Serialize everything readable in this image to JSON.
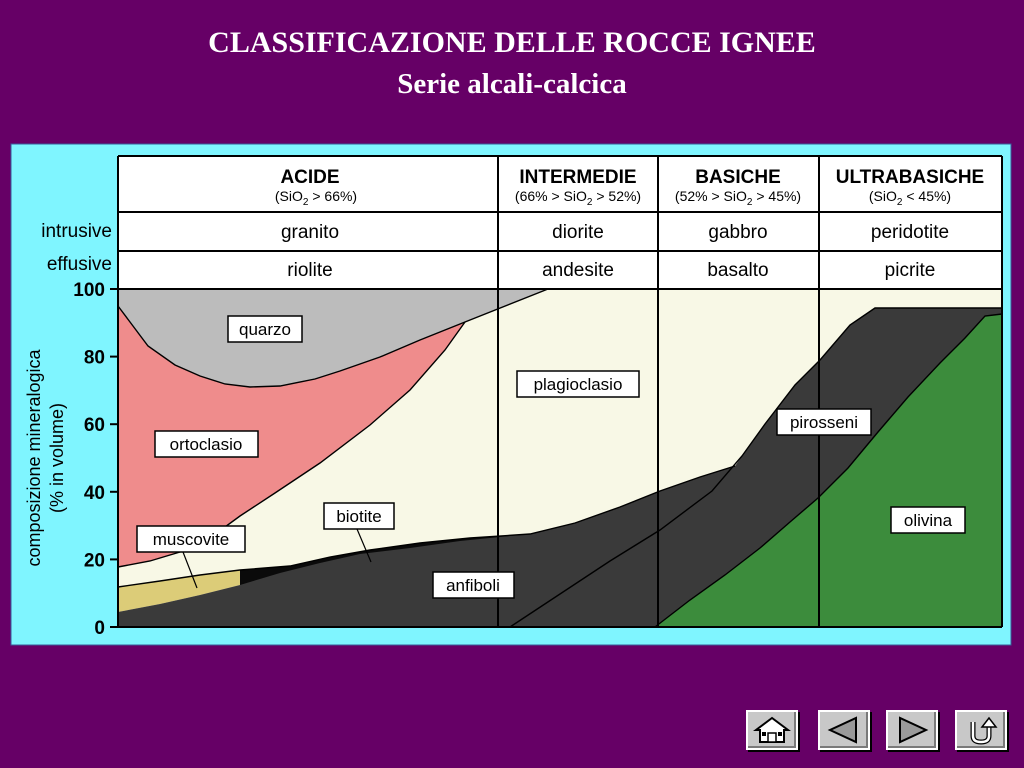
{
  "slide": {
    "title": "CLASSIFICAZIONE DELLE ROCCE IGNEE",
    "subtitle": "Serie alcali-calcica"
  },
  "header": {
    "row_labels": [
      "intrusive",
      "effusive"
    ],
    "columns": [
      {
        "name": "ACIDE",
        "sio2": [
          "(SiO",
          "2",
          " > 66%)"
        ],
        "intrusive": "granito",
        "effusive": "riolite"
      },
      {
        "name": "INTERMEDIE",
        "sio2": [
          "(66% > SiO",
          "2",
          " > 52%)"
        ],
        "intrusive": "diorite",
        "effusive": "andesite"
      },
      {
        "name": "BASICHE",
        "sio2": [
          "(52% > SiO",
          "2",
          " > 45%)"
        ],
        "intrusive": "gabbro",
        "effusive": "basalto"
      },
      {
        "name": "ULTRABASICHE",
        "sio2": [
          "(SiO",
          "2",
          " < 45%)"
        ],
        "intrusive": "peridotite",
        "effusive": "picrite"
      }
    ]
  },
  "axis": {
    "ylabel_line1": "composizione mineralogica",
    "ylabel_line2": "(% in volume)",
    "ylim": [
      0,
      100
    ],
    "ticks": [
      0,
      20,
      40,
      60,
      80,
      100
    ]
  },
  "minerals": {
    "quarzo": "quarzo",
    "ortoclasio": "ortoclasio",
    "plagioclasio": "plagioclasio",
    "muscovite": "muscovite",
    "biotite": "biotite",
    "anfiboli": "anfiboli",
    "pirosseni": "pirosseni",
    "olivina": "olivina"
  },
  "colors": {
    "background": "#660066",
    "frame": "#7ff5ff",
    "quarzo": "#bcbcbc",
    "ortoclasio": "#ef8c8c",
    "plagioclasio": "#f8f8e6",
    "muscovite": "#dccc78",
    "biotite": "#0a0a0a",
    "femici": "#3a3a3a",
    "olivina": "#3c8c3c"
  },
  "nav": {
    "icons": [
      "home-icon",
      "previous-arrow-icon",
      "next-arrow-icon",
      "return-icon"
    ]
  }
}
